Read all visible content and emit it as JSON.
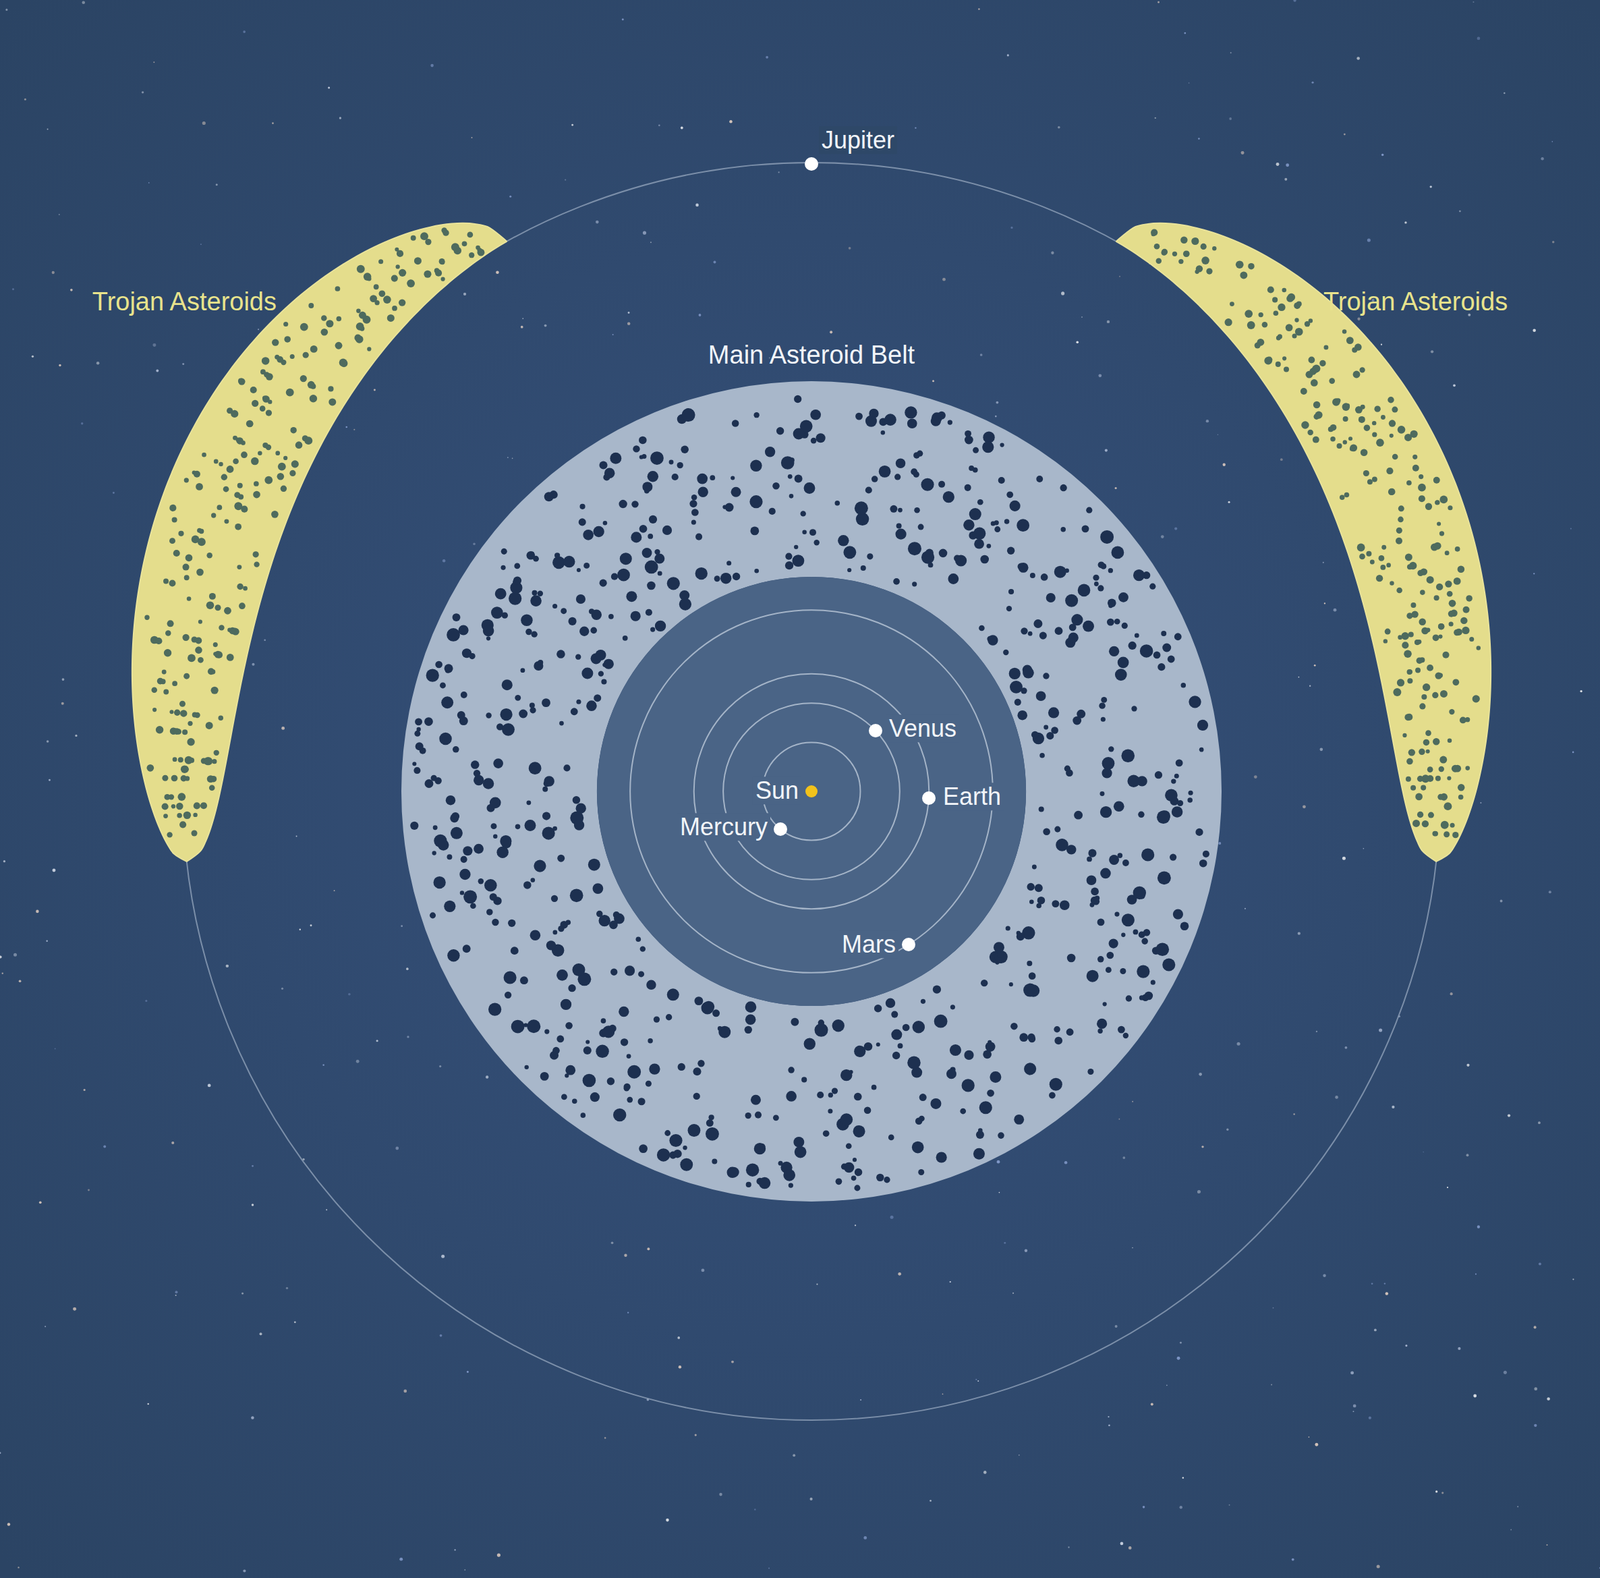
{
  "diagram": {
    "nodes": [
      {
        "text": [
          "Trojan Asteroids"
        ]
      },
      {
        "text": [
          "Main Asteroid Belt"
        ]
      },
      {
        "text": [
          "Trojan Asteroids"
        ]
      }
    ],
    "labels": [
      "Jupiter",
      "Venus",
      "Sun",
      "Earth",
      "Mercury",
      "Mars"
    ]
  }
}
